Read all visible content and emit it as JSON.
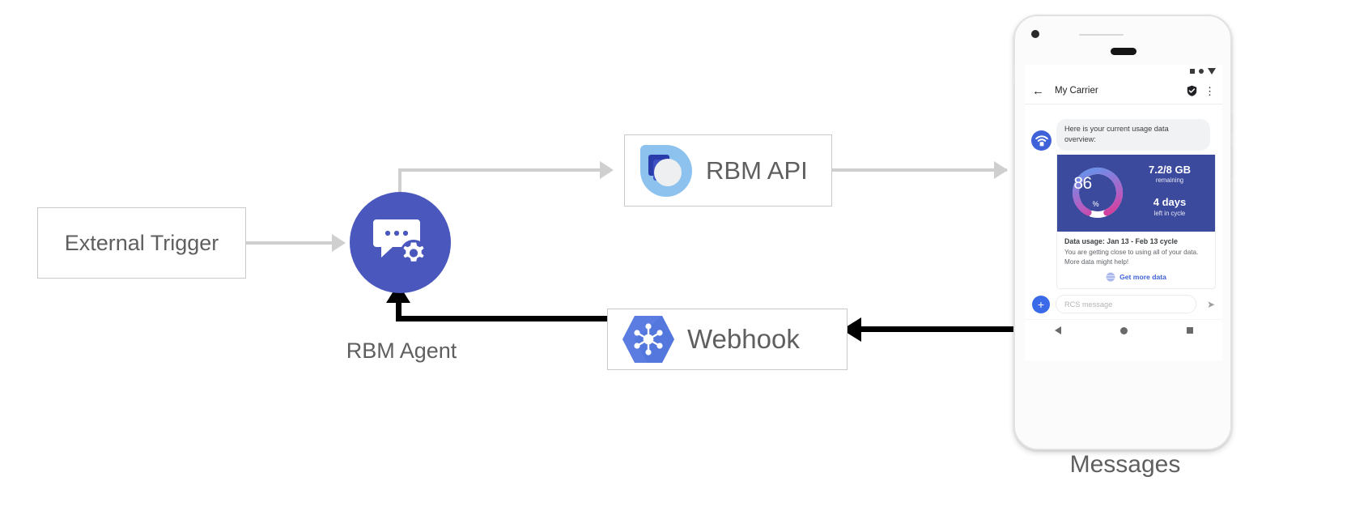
{
  "diagram": {
    "nodes": {
      "external_trigger": {
        "label": "External Trigger"
      },
      "rbm_agent": {
        "caption": "RBM Agent",
        "icon": "chat-gear-icon"
      },
      "rbm_api": {
        "label": "RBM API",
        "icon": "rbm-droplet-logo"
      },
      "webhook": {
        "label": "Webhook",
        "icon": "webhook-hexagon-icon"
      },
      "phone": {
        "caption": "Messages"
      }
    },
    "colors": {
      "agent_blue": "#4a58bd",
      "connector_grey": "#cfcfcf",
      "connector_black": "#000000",
      "box_border": "#c9c9c9",
      "label_grey": "#5f5f5f"
    }
  },
  "phone": {
    "status_bar": {
      "icons": [
        "signal-square-icon",
        "wifi-dot-icon",
        "battery-triangle-icon"
      ]
    },
    "app_bar": {
      "back_icon": "back-arrow-icon",
      "title": "My Carrier",
      "verified_icon": "shield-check-icon",
      "overflow_icon": "more-vert-icon"
    },
    "conversation": {
      "avatar_icon": "carrier-wifi-avatar-icon",
      "message_text": "Here is your current usage data overview:"
    },
    "rich_card": {
      "gauge": {
        "value": "86",
        "unit": "%",
        "percent": 86
      },
      "stats": [
        {
          "main": "7.2/8 GB",
          "sub": "remaining"
        },
        {
          "main": "4 days",
          "sub": "left in cycle"
        }
      ],
      "title": "Data usage: Jan 13 - Feb 13 cycle",
      "description": "You are getting close to using all of your data. More data might help!",
      "action": {
        "icon": "globe-icon",
        "label": "Get more data",
        "color": "#3f62d8"
      },
      "hero_bg": "#3c4a9e"
    },
    "composer": {
      "plus_icon": "add-icon",
      "input_placeholder": "RCS message",
      "input_value": "",
      "send_icon": "send-icon"
    },
    "nav_bar": {
      "icons": [
        "nav-back-icon",
        "nav-home-icon",
        "nav-recents-icon"
      ]
    }
  }
}
